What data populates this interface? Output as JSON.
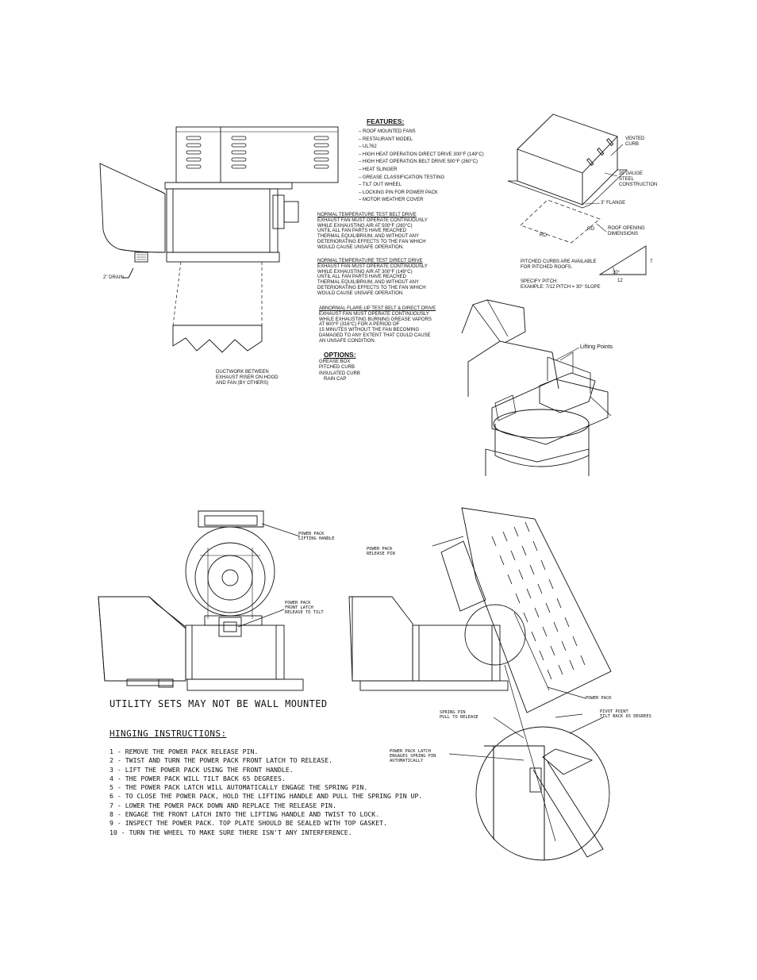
{
  "features": {
    "heading": "FEATURES:",
    "items": [
      "– ROOF MOUNTED FANS",
      "– RESTAURANT MODEL",
      "– UL762",
      "– HIGH HEAT OPERATION DIRECT DRIVE 300°F (149°C)",
      "– HIGH HEAT OPERATION BELT DRIVE 500°F (260°C)",
      "– HEAT SLINGER",
      "– GREASE CLASSIFICATION TESTING",
      "– TILT OUT WHEEL",
      "– LOCKING PIN FOR POWER PACK",
      "– MOTOR WEATHER COVER"
    ]
  },
  "tests": [
    {
      "title": "NORMAL TEMPERATURE TEST BELT DRIVE",
      "lines": [
        "EXHAUST FAN MUST OPERATE CONTINUOUSLY",
        "WHILE EXHAUSTING AIR AT 500°F (260°C)",
        "UNTIL ALL FAN PARTS HAVE REACHED",
        "THERMAL EQUILIBRIUM, AND WITHOUT ANY",
        "DETERIORATING EFFECTS TO THE FAN WHICH",
        "WOULD CAUSE UNSAFE OPERATION."
      ]
    },
    {
      "title": "NORMAL TEMPERATURE TEST DIRECT DRIVE",
      "lines": [
        "EXHAUST FAN MUST OPERATE CONTINUOUSLY",
        "WHILE EXHAUSTING AIR AT 300°F (149°C)",
        "UNTIL ALL FAN PARTS HAVE REACHED",
        "THERMAL EQUILIBRIUM, AND WITHOUT ANY",
        "DETERIORATING EFFECTS TO THE FAN WHICH",
        "WOULD CAUSE UNSAFE OPERATION."
      ]
    },
    {
      "title": "ABNORMAL FLARE-UP TEST BELT & DIRECT DRIVE",
      "lines": [
        "EXHAUST FAN MUST OPERATE CONTINUOUSLY",
        "WHILE EXHAUSTING BURNING GREASE VAPORS",
        "AT 600°F (316°C) FOR A PERIOD OF",
        "15 MINUTES WITHOUT THE FAN BECOMING",
        "DAMAGED TO ANY EXTENT THAT COULD CAUSE",
        "AN UNSAFE CONDITION."
      ]
    }
  ],
  "options": {
    "heading": "OPTIONS:",
    "items": [
      "GREASE BOX",
      "PITCHED CURB",
      "INSULATED CURB",
      "RAIN CAP"
    ]
  },
  "fan_side": {
    "drain": "2\" DRAIN",
    "ductwork": [
      "DUCTWORK BETWEEN",
      "EXHAUST RISER ON HOOD",
      "AND FAN (BY OTHERS)"
    ]
  },
  "curb": {
    "vented": [
      "VENTED",
      "CURB"
    ],
    "gauge": [
      "20 GAUGE",
      "STEEL",
      "CONSTRUCTION"
    ],
    "flange": "3\" FLANGE",
    "ro1": "RO",
    "ro2": "RO",
    "roof_opening": [
      "ROOF OPENING",
      "DIMENSIONS"
    ],
    "pitched_note": [
      "PITCHED CURBS ARE AVAILABLE",
      "FOR PITCHED ROOFS."
    ],
    "specify": [
      "SPECIFY PITCH:",
      "EXAMPLE: 7/12 PITCH = 30° SLOPE"
    ],
    "tri_angle": "30°",
    "tri_rise": "7",
    "tri_run": "12"
  },
  "iso": {
    "lifting_points": "Lifting Points"
  },
  "hinge_front": {
    "lifting_handle": [
      "POWER PACK",
      "LIFTING HANDLE"
    ],
    "front_latch": [
      "POWER PACK",
      "FRONT LATCH",
      "RELEASE TO TILT"
    ]
  },
  "hinge_tilt": {
    "release_pin": [
      "POWER PACK",
      "RELEASE PIN"
    ],
    "power_pack": "POWER PACK",
    "pivot": [
      "PIVOT POINT",
      "TILT BACK 65 DEGREES"
    ],
    "spring_pin": [
      "SPRING PIN",
      "PULL TO RELEASE"
    ],
    "latch_engages": [
      "POWER PACK LATCH",
      "ENGAGES SPRING PIN",
      "AUTOMATICALLY"
    ]
  },
  "utility_note": "UTILITY SETS MAY NOT BE WALL MOUNTED",
  "hinging": {
    "heading": "HINGING INSTRUCTIONS:",
    "steps": [
      "1 - REMOVE THE POWER PACK RELEASE PIN.",
      "2 - TWIST AND TURN THE POWER PACK FRONT LATCH TO RELEASE.",
      "3 - LIFT THE POWER PACK USING THE FRONT HANDLE.",
      "4 - THE POWER PACK WILL TILT BACK 65 DEGREES.",
      "5 - THE POWER PACK LATCH WILL AUTOMATICALLY ENGAGE THE SPRING PIN.",
      "6 - TO CLOSE THE POWER PACK, HOLD THE LIFTING HANDLE AND PULL THE SPRING PIN UP.",
      "7 - LOWER THE POWER PACK DOWN AND REPLACE THE RELEASE PIN.",
      "8 - ENGAGE THE FRONT LATCH INTO THE LIFTING HANDLE AND TWIST TO LOCK.",
      "9 - INSPECT THE POWER PACK. TOP PLATE SHOULD BE SEALED WITH TOP GASKET.",
      "10 - TURN THE WHEEL TO MAKE SURE THERE ISN'T ANY INTERFERENCE."
    ]
  }
}
